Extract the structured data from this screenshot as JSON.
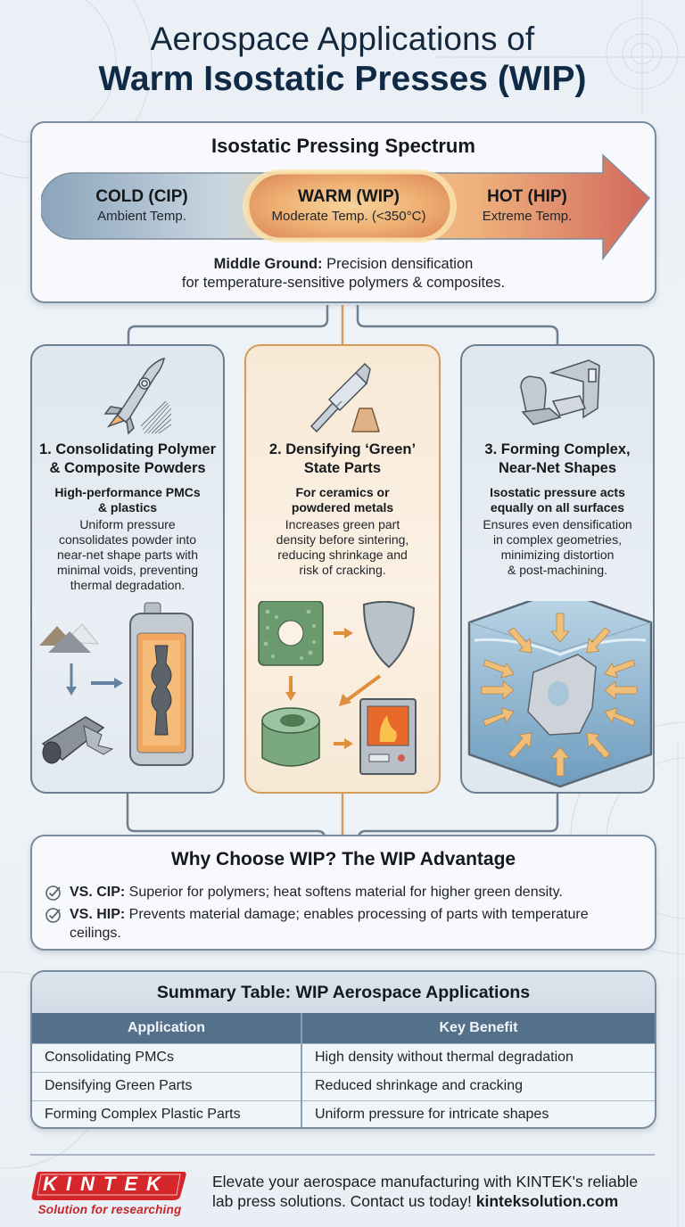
{
  "title": {
    "line1": "Aerospace Applications of",
    "line2": "Warm Isostatic Presses (WIP)"
  },
  "spectrum": {
    "title": "Isostatic Pressing Spectrum",
    "segments": [
      {
        "label": "COLD (CIP)",
        "sub": "Ambient Temp.",
        "color": "#8fa9bf"
      },
      {
        "label": "WARM (WIP)",
        "sub": "Moderate Temp. (<350°C)",
        "color": "#e9a66a"
      },
      {
        "label": "HOT (HIP)",
        "sub": "Extreme Temp.",
        "color": "#d9705f"
      }
    ],
    "middle_bold": "Middle Ground:",
    "middle_line1": " Precision densification",
    "middle_line2": "for temperature-sensitive polymers & composites."
  },
  "cards": [
    {
      "icon": "rocket-icon",
      "title_l1": "1. Consolidating Polymer",
      "title_l2": "& Composite Powders",
      "sub_l1": "High-performance PMCs",
      "sub_l2": "& plastics",
      "desc": [
        "Uniform pressure",
        "consolidates powder into",
        "near-net shape parts with",
        "minimal voids, preventing",
        "thermal degradation."
      ],
      "illustration": "powder-to-vessel-illustration"
    },
    {
      "icon": "press-tool-icon",
      "title_l1": "2. Densifying ‘Green’",
      "title_l2": "State Parts",
      "sub_l1": "For ceramics or",
      "sub_l2": "powdered metals",
      "desc": [
        "Increases green part",
        "density before sintering,",
        "reducing shrinkage and",
        "risk of cracking."
      ],
      "illustration": "green-part-sintering-illustration"
    },
    {
      "icon": "aircraft-seat-icon",
      "title_l1": "3. Forming Complex,",
      "title_l2": "Near-Net Shapes",
      "sub_l1": "Isostatic pressure acts",
      "sub_l2": "equally on all surfaces",
      "desc": [
        "Ensures even densification",
        "in complex geometries,",
        "minimizing distortion",
        "& post-machining."
      ],
      "illustration": "isostatic-pressure-tank-illustration"
    }
  ],
  "advantage": {
    "title": "Why Choose WIP? The WIP Advantage",
    "items": [
      {
        "bold": "VS. CIP:",
        "text": " Superior for polymers; heat softens material for higher green density."
      },
      {
        "bold": "VS. HIP:",
        "text": " Prevents material damage; enables processing of parts with temperature ceilings."
      }
    ]
  },
  "summary": {
    "title": "Summary Table: WIP Aerospace Applications",
    "headers": [
      "Application",
      "Key Benefit"
    ],
    "rows": [
      [
        "Consolidating PMCs",
        "High density without thermal degradation"
      ],
      [
        "Densifying Green Parts",
        "Reduced shrinkage and cracking"
      ],
      [
        "Forming Complex Plastic Parts",
        "Uniform pressure for intricate shapes"
      ]
    ]
  },
  "footer": {
    "logo_text": "KINTEK",
    "logo_tagline": "Solution for researching",
    "cta_line1": "Elevate your aerospace manufacturing with KINTEK's reliable",
    "cta_line2": "lab press solutions. Contact us today! ",
    "cta_link": "kinteksolution.com",
    "brand_color": "#d4262b"
  },
  "colors": {
    "title": "#13283e",
    "panel_border": "#7a8c9e",
    "warm_accent": "#d59a59",
    "table_header": "#54708b"
  }
}
